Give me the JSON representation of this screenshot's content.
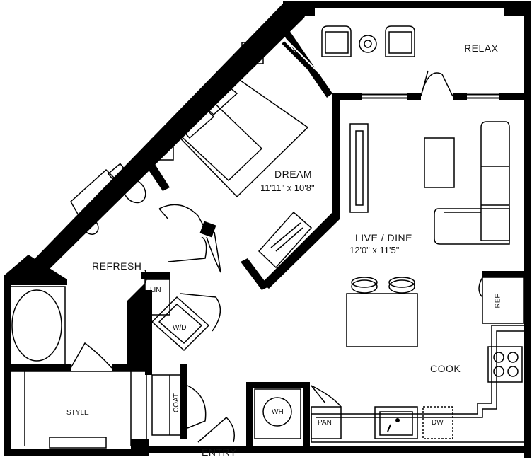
{
  "rooms": {
    "relax": "RELAX",
    "dream": {
      "name": "DREAM",
      "dims": "11'11\" x 10'8\""
    },
    "live": {
      "name": "LIVE / DINE",
      "dims": "12'0\" x 11'5\""
    },
    "refresh": "REFRESH",
    "cook": "COOK",
    "style": "STYLE",
    "entry": "ENTRY"
  },
  "fixtures": {
    "lin": "LIN",
    "wd": "W/D",
    "coat": "COAT",
    "wh": "WH",
    "pan": "PAN",
    "dw": "DW",
    "ref": "REF"
  }
}
